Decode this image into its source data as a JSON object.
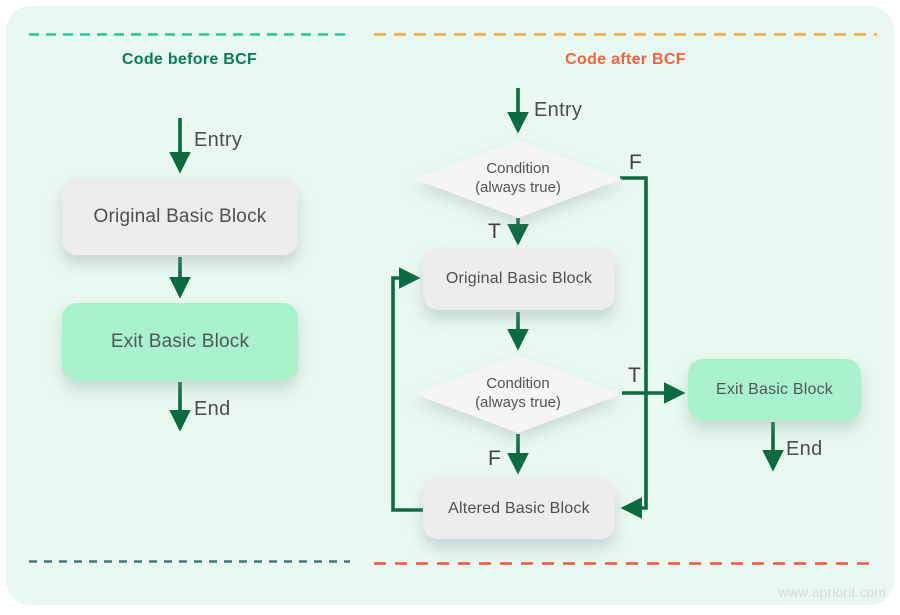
{
  "watermark": "www.apriorit.com",
  "colors": {
    "background_mint": "#E9F8F1",
    "border_before_top": "#2CC2A0",
    "border_before_bottom": "#41797D",
    "border_after_top": "#F6A83E",
    "border_after_bottom": "#F4503A",
    "title_before": "#0B7A56",
    "title_after": "#F5623C",
    "arrow_green": "#0C6B40",
    "node_gray": "#EDECEE",
    "node_green": "#A9F2CC"
  },
  "panel_before": {
    "title": "Code before BCF",
    "entry_label": "Entry",
    "end_label": "End",
    "nodes": {
      "original": "Original Basic Block",
      "exit": "Exit Basic Block"
    }
  },
  "panel_after": {
    "title": "Code after BCF",
    "entry_label": "Entry",
    "end_label": "End",
    "true_label": "T",
    "false_label": "F",
    "condition_line1": "Condition",
    "condition_line2": "(always true)",
    "nodes": {
      "original": "Original Basic Block",
      "altered": "Altered Basic Block",
      "exit": "Exit Basic Block"
    }
  }
}
